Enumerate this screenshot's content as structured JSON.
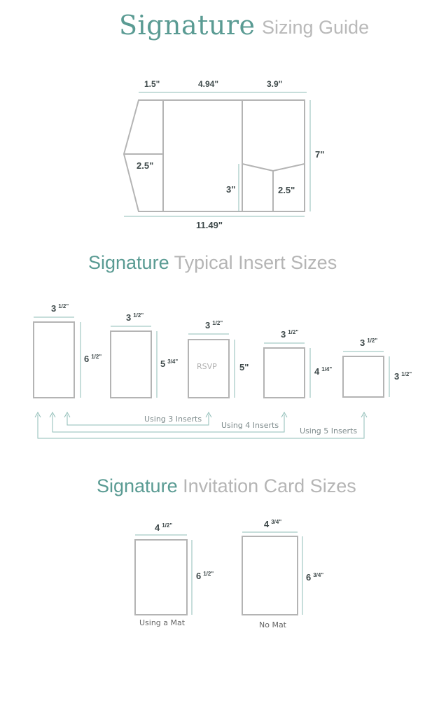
{
  "header": {
    "brand": "Signature",
    "subtitle": "Sizing Guide"
  },
  "colors": {
    "teal": "#5a9b93",
    "outline": "#b4b4b4",
    "dim_text": "#3f4a4b",
    "guide_line": "#8fbdb7"
  },
  "pocket": {
    "top_dims": [
      "1.5\"",
      "4.94\"",
      "3.9\""
    ],
    "height": "7\"",
    "flap": "2.5\"",
    "pocket_height": "3\"",
    "pocket_width": "2.5\"",
    "total_width": "11.49\""
  },
  "inserts": {
    "title_brand": "Signature",
    "title_rest": " Typical Insert Sizes",
    "cards": [
      {
        "w_whole": "3",
        "w_frac": "1/2\"",
        "h_whole": "6",
        "h_frac": "1/2\"",
        "label": ""
      },
      {
        "w_whole": "3",
        "w_frac": "1/2\"",
        "h_whole": "5",
        "h_frac": "3/4\"",
        "label": ""
      },
      {
        "w_whole": "3",
        "w_frac": "1/2\"",
        "h_whole": "5\"",
        "h_frac": "",
        "label": "RSVP"
      },
      {
        "w_whole": "3",
        "w_frac": "1/2\"",
        "h_whole": "4",
        "h_frac": "1/4\"",
        "label": ""
      },
      {
        "w_whole": "3",
        "w_frac": "1/2\"",
        "h_whole": "3",
        "h_frac": "1/2\"",
        "label": ""
      }
    ],
    "usage": [
      "Using 3 Inserts",
      "Using 4 Inserts",
      "Using 5 Inserts"
    ]
  },
  "invitations": {
    "title_brand": "Signature",
    "title_rest": " Invitation Card Sizes",
    "cards": [
      {
        "w_whole": "4",
        "w_frac": "1/2\"",
        "h_whole": "6",
        "h_frac": "1/2\"",
        "caption": "Using a Mat"
      },
      {
        "w_whole": "4",
        "w_frac": "3/4\"",
        "h_whole": "6",
        "h_frac": "3/4\"",
        "caption": "No Mat"
      }
    ]
  }
}
